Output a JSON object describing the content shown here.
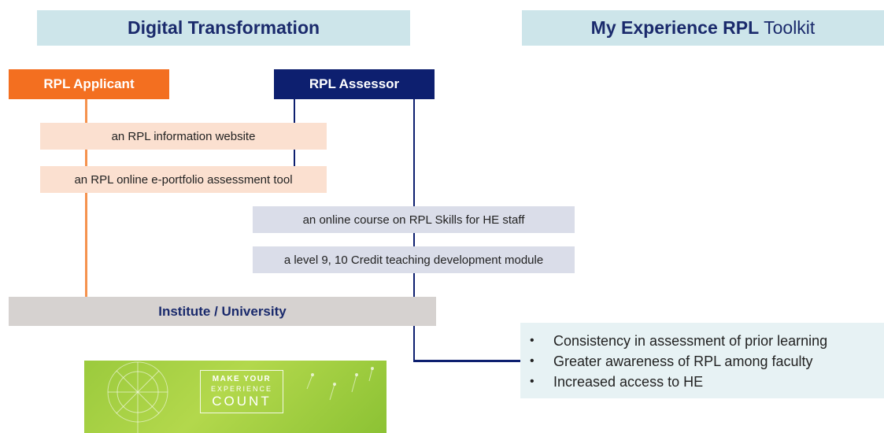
{
  "colors": {
    "header_bg": "#cde5ea",
    "heading_text": "#1a2a6c",
    "applicant": "#f36f20",
    "assessor": "#0d1f6f",
    "applicant_item_bg": "#fbe0d0",
    "assessor_item_bg": "#dadde9",
    "institute_bg": "#d6d2d0",
    "outcomes_bg": "#e7f2f4",
    "banner_green": "#a6d040"
  },
  "headers": {
    "left": "Digital Transformation",
    "right_bold": "My Experience RPL",
    "right_normal": " Toolkit"
  },
  "roles": {
    "applicant": "RPL Applicant",
    "assessor": "RPL Assessor"
  },
  "applicant_items": [
    "an RPL information website",
    "an RPL online e-portfolio assessment tool"
  ],
  "assessor_items": [
    "an online course on RPL Skills for HE staff",
    "a level 9, 10 Credit teaching development module"
  ],
  "institute": "Institute / University",
  "outcomes": {
    "bullet": "•",
    "items": [
      "Consistency in assessment of prior learning",
      "Greater awareness of RPL among faculty",
      "Increased access to HE"
    ]
  },
  "banner": {
    "line1": "MAKE YOUR",
    "line2": "EXPERIENCE",
    "line3": "COUNT"
  }
}
